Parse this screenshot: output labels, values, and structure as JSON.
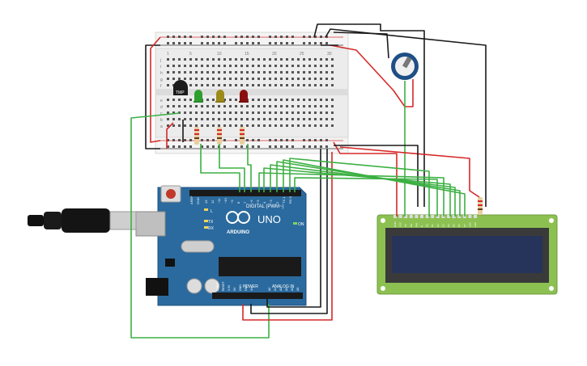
{
  "colors": {
    "board": "#2b6a9e",
    "board_dark": "#1f5180",
    "lcd_pcb": "#8cc152",
    "lcd_screen": "#26345c",
    "breadboard": "#efefef",
    "wire_green": "#3cb043",
    "wire_red": "#d62828",
    "wire_black": "#1a1a1a",
    "led_green": "#2e9e2e",
    "led_yellow": "#9c8a1a",
    "led_red": "#8a1010"
  },
  "arduino": {
    "aref": "AREF",
    "gnd": "GND",
    "digital_label": "DIGITAL (PWM~)",
    "brand": "ARDUINO",
    "model": "UNO",
    "on_label": "ON",
    "l_label": "L",
    "tx_label": "TX",
    "rx_label": "RX",
    "power_label": "POWER",
    "analog_label": "ANALOG IN",
    "digital_pins": [
      "13",
      "12",
      "~11",
      "~10",
      "~9",
      "8",
      "7",
      "~6",
      "~5",
      "4",
      "~3",
      "2",
      "TX 1",
      "RX 0"
    ],
    "power_pins": [
      "IOREF",
      "RESET",
      "3.3V",
      "5V",
      "GND",
      "GND",
      "Vin"
    ],
    "analog_pins": [
      "A0",
      "A1",
      "A2",
      "A3",
      "A4",
      "A5"
    ]
  },
  "breadboard": {
    "row_letters_top": [
      "j",
      "i",
      "h",
      "g",
      "f"
    ],
    "row_letters_bottom": [
      "e",
      "d",
      "c",
      "b",
      "a"
    ],
    "column_numbers": [
      "1",
      "5",
      "10",
      "15",
      "20",
      "25",
      "30"
    ]
  },
  "components": {
    "temp_sensor_label": "TMP",
    "lcd_pins": [
      "GND",
      "VCC",
      "V0",
      "RS",
      "RW",
      "E",
      "D0",
      "D1",
      "D2",
      "D3",
      "D4",
      "D5",
      "D6",
      "D7",
      "LED",
      "LED"
    ]
  }
}
